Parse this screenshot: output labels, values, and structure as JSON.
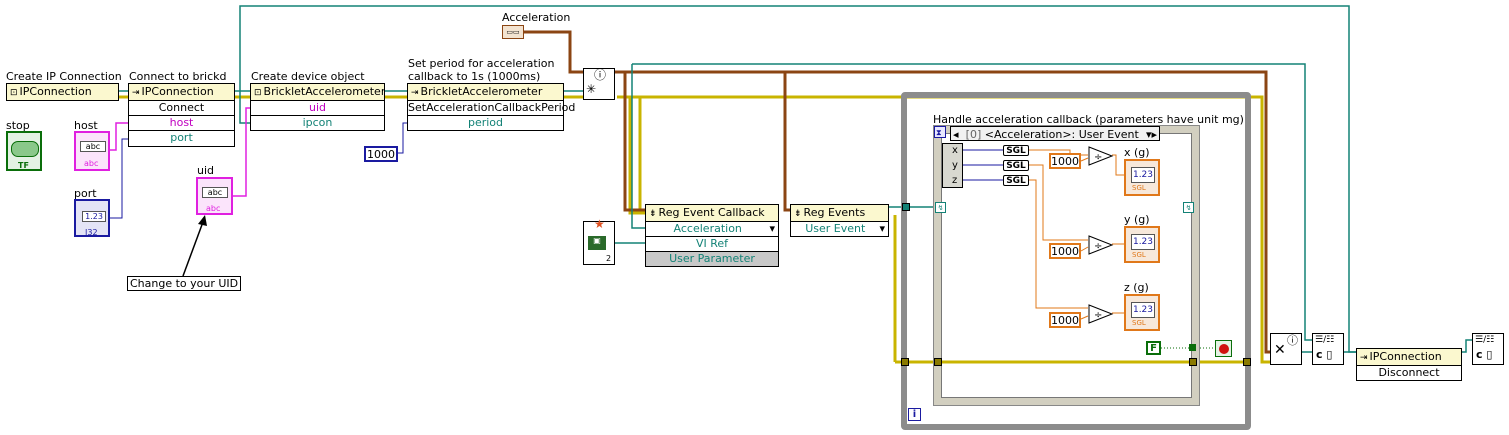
{
  "labels": {
    "create_ip": "Create IP Connection",
    "connect": "Connect to brickd",
    "create_device": "Create device object",
    "set_period": "Set period for acceleration callback to 1s (1000ms)",
    "acceleration": "Acceleration",
    "stop": "stop",
    "host": "host",
    "port": "port",
    "uid": "uid",
    "change_uid": "Change to your UID",
    "handle_cb": "Handle acceleration callback (parameters have unit mg)",
    "x_g": "x (g)",
    "y_g": "y (g)",
    "z_g": "z (g)"
  },
  "nodes": {
    "ipconn": "IPConnection",
    "connect_title": "IPConnection",
    "connect_method": "Connect",
    "host_term": "host",
    "port_term": "port",
    "accel_title": "BrickletAccelerometer",
    "uid_term": "uid",
    "ipcon_term": "ipcon",
    "accel2_title": "BrickletAccelerometer",
    "set_cb_method": "SetAccelerationCallbackPeriod",
    "period_term": "period",
    "reg_cb_title": "Reg Event Callback",
    "reg_cb_event": "Acceleration",
    "reg_cb_viref": "VI Ref",
    "reg_cb_param": "User Parameter",
    "reg_events_title": "Reg Events",
    "reg_events_event": "User Event",
    "close_title": "IPConnection",
    "disconnect_method": "Disconnect"
  },
  "constants": {
    "period_1000": "1000",
    "div_x": "1000",
    "div_y": "1000",
    "div_z": "1000",
    "bool_false": "F",
    "loop_index": "i",
    "vi_ref_count": "2"
  },
  "event_case": {
    "case_index": "[0]",
    "case_name": "<Acceleration>: User Event",
    "params": [
      "x",
      "y",
      "z"
    ],
    "sgl": "SGL",
    "indicator_display": "1.23",
    "indicator_type": "SGL"
  },
  "controls": {
    "host_text": "abc",
    "uid_text": "abc",
    "port_text": "1.23",
    "port_type": "I32",
    "stop_type": "TF",
    "abc_type": "abc"
  },
  "colors": {
    "ref_wire": "#138276",
    "string_wire": "#e020e0",
    "int_wire": "#1a1aa0",
    "float_wire": "#e0781a",
    "cluster_wire": "#8b4513",
    "error_wire": "#c9b400",
    "node_header": "#fbf8cf"
  }
}
